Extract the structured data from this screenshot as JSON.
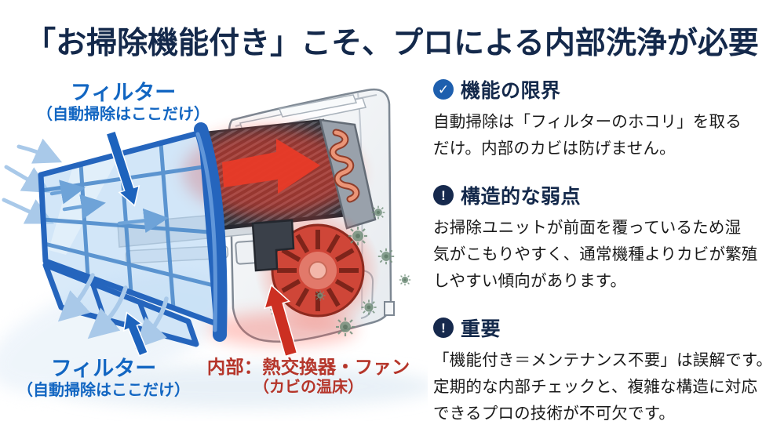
{
  "title": "「お掃除機能付き」こそ、プロによる内部洗浄が必要",
  "diagram": {
    "filter_label_top": {
      "title": "フィルター",
      "subtitle": "（自動掃除はここだけ）"
    },
    "filter_label_bottom": {
      "title": "フィルター",
      "subtitle": "（自動掃除はここだけ）"
    },
    "internal_label": {
      "title": "内部：熱交換器・ファン",
      "subtitle": "（カビの温床）"
    },
    "icons": [
      "filter-pointer-arrow-top",
      "filter-pointer-arrow-bottom",
      "fan-pointer-arrow",
      "hot-airflow-arrow",
      "airflow-arrows",
      "mold-spores"
    ]
  },
  "sections": [
    {
      "icon": "check-circle-icon",
      "icon_glyph": "✓",
      "heading": "機能の限界",
      "body": "自動掃除は「フィルターのホコリ」を取る\nだけ。内部のカビは防げません。"
    },
    {
      "icon": "alert-circle-icon",
      "icon_glyph": "!",
      "heading": "構造的な弱点",
      "body": "お掃除ユニットが前面を覆っているため湿\n気がこもりやすく、通常機種よりカビが繁殖\nしやすい傾向があります。"
    },
    {
      "icon": "alert-circle-icon",
      "icon_glyph": "!",
      "heading": "重要",
      "body": "「機能付き＝メンテナンス不要」は誤解です。\n定期的な内部チェックと、複雑な構造に対応\nできるプロの技術が不可欠です。"
    }
  ],
  "colors": {
    "title_navy": "#14294b",
    "label_blue": "#1266c2",
    "label_red": "#b5352a",
    "icon_check_blue": "#1e5fae",
    "icon_alert_navy": "#16294d",
    "hot_red": "#e83a28",
    "filter_frame_blue": "#2565bd"
  }
}
